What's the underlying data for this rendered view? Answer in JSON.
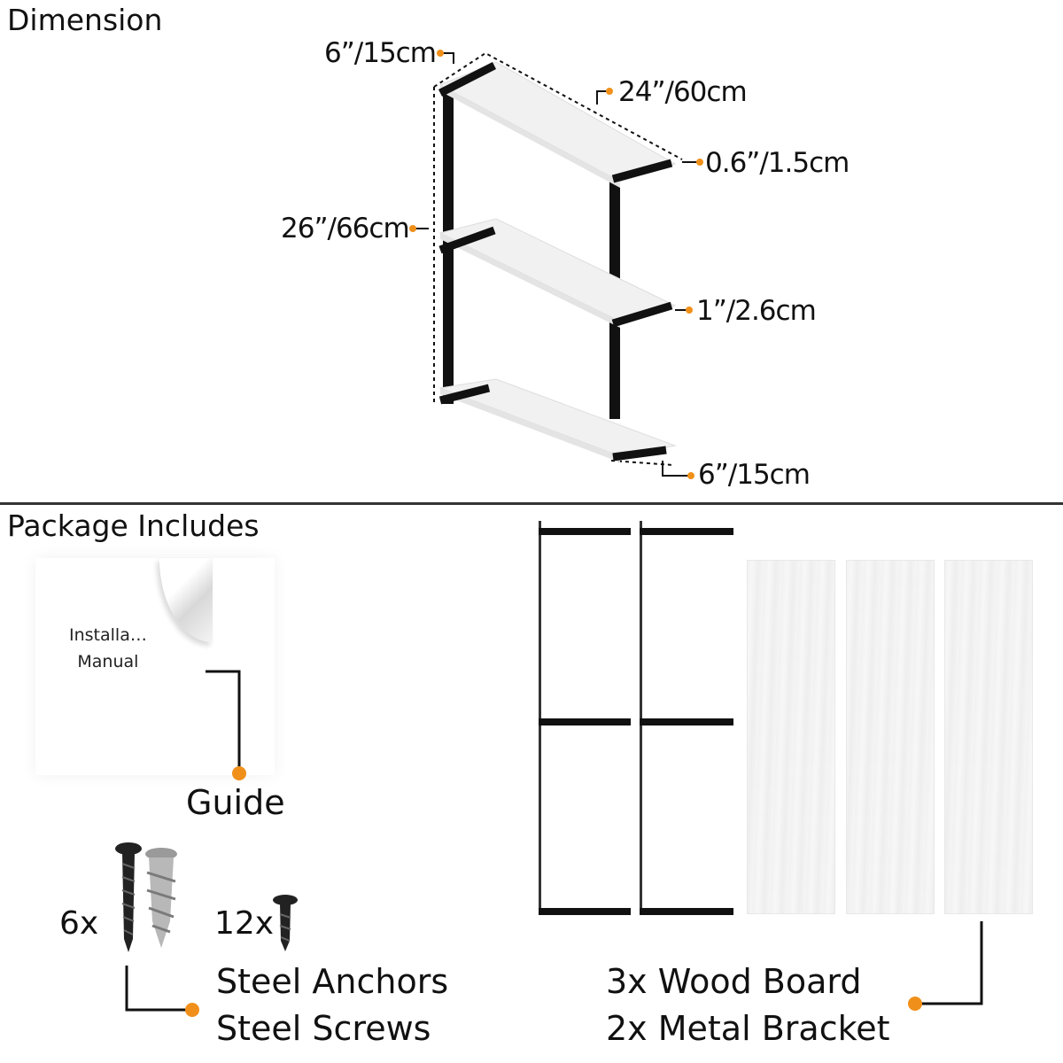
{
  "dimension_section": {
    "heading": "Dimension",
    "depth_top": "6”/15cm",
    "width": "24”/60cm",
    "bracket_thickness": "0.6”/1.5cm",
    "height": "26”/66cm",
    "board_thickness": "1”/2.6cm",
    "depth_bottom": "6”/15cm"
  },
  "package_section": {
    "heading": "Package Includes",
    "manual_line1": "Installa…",
    "manual_line2": "Manual",
    "guide_label": "Guide",
    "anchors_count": "6x",
    "screws_count": "12x",
    "anchors_label": "Steel Anchors",
    "screws_label": "Steel Screws",
    "wood_board_label": "3x Wood Board",
    "metal_bracket_label": "2x Metal Bracket"
  },
  "colors": {
    "accent_dot": "#f0901a",
    "bracket": "#111111",
    "board": "#f2f2f2"
  },
  "icons": [
    "orange-dot-icon",
    "wall-screw-icon",
    "drywall-anchor-icon",
    "short-screw-icon",
    "page-curl-icon"
  ]
}
